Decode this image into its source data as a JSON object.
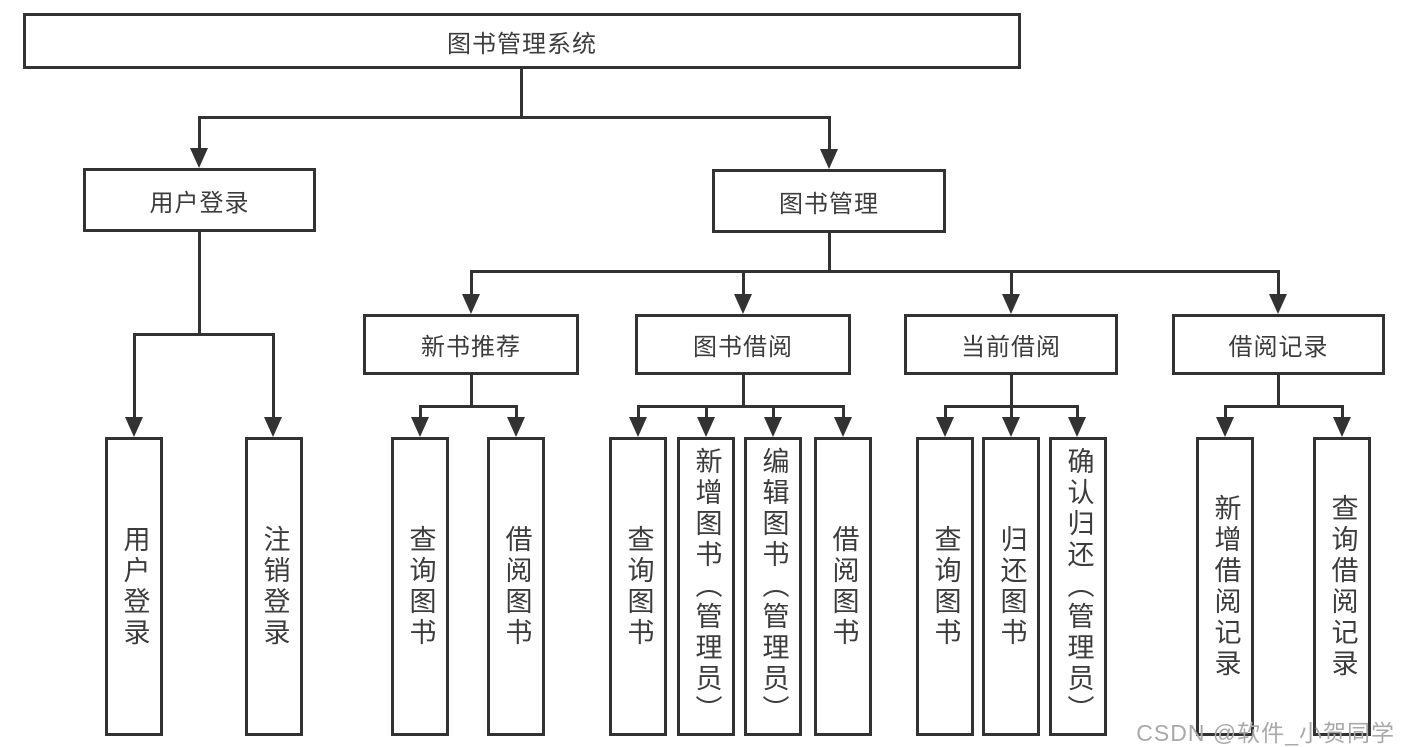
{
  "diagram_type": "hierarchy-tree",
  "tree": {
    "root": {
      "label": "图书管理系统"
    },
    "children": [
      {
        "label": "用户登录",
        "children": [
          {
            "label": "用户登录"
          },
          {
            "label": "注销登录"
          }
        ]
      },
      {
        "label": "图书管理",
        "children": [
          {
            "label": "新书推荐",
            "children": [
              {
                "label": "查询图书"
              },
              {
                "label": "借阅图书"
              }
            ]
          },
          {
            "label": "图书借阅",
            "children": [
              {
                "label": "查询图书"
              },
              {
                "label": "新增图书（管理员）"
              },
              {
                "label": "编辑图书（管理员）"
              },
              {
                "label": "借阅图书"
              }
            ]
          },
          {
            "label": "当前借阅",
            "children": [
              {
                "label": "查询图书"
              },
              {
                "label": "归还图书"
              },
              {
                "label": "确认归还（管理员）"
              }
            ]
          },
          {
            "label": "借阅记录",
            "children": [
              {
                "label": "新增借阅记录"
              },
              {
                "label": "查询借阅记录"
              }
            ]
          }
        ]
      }
    ]
  },
  "watermark": {
    "text": "CSDN @软件_小贺同学"
  }
}
